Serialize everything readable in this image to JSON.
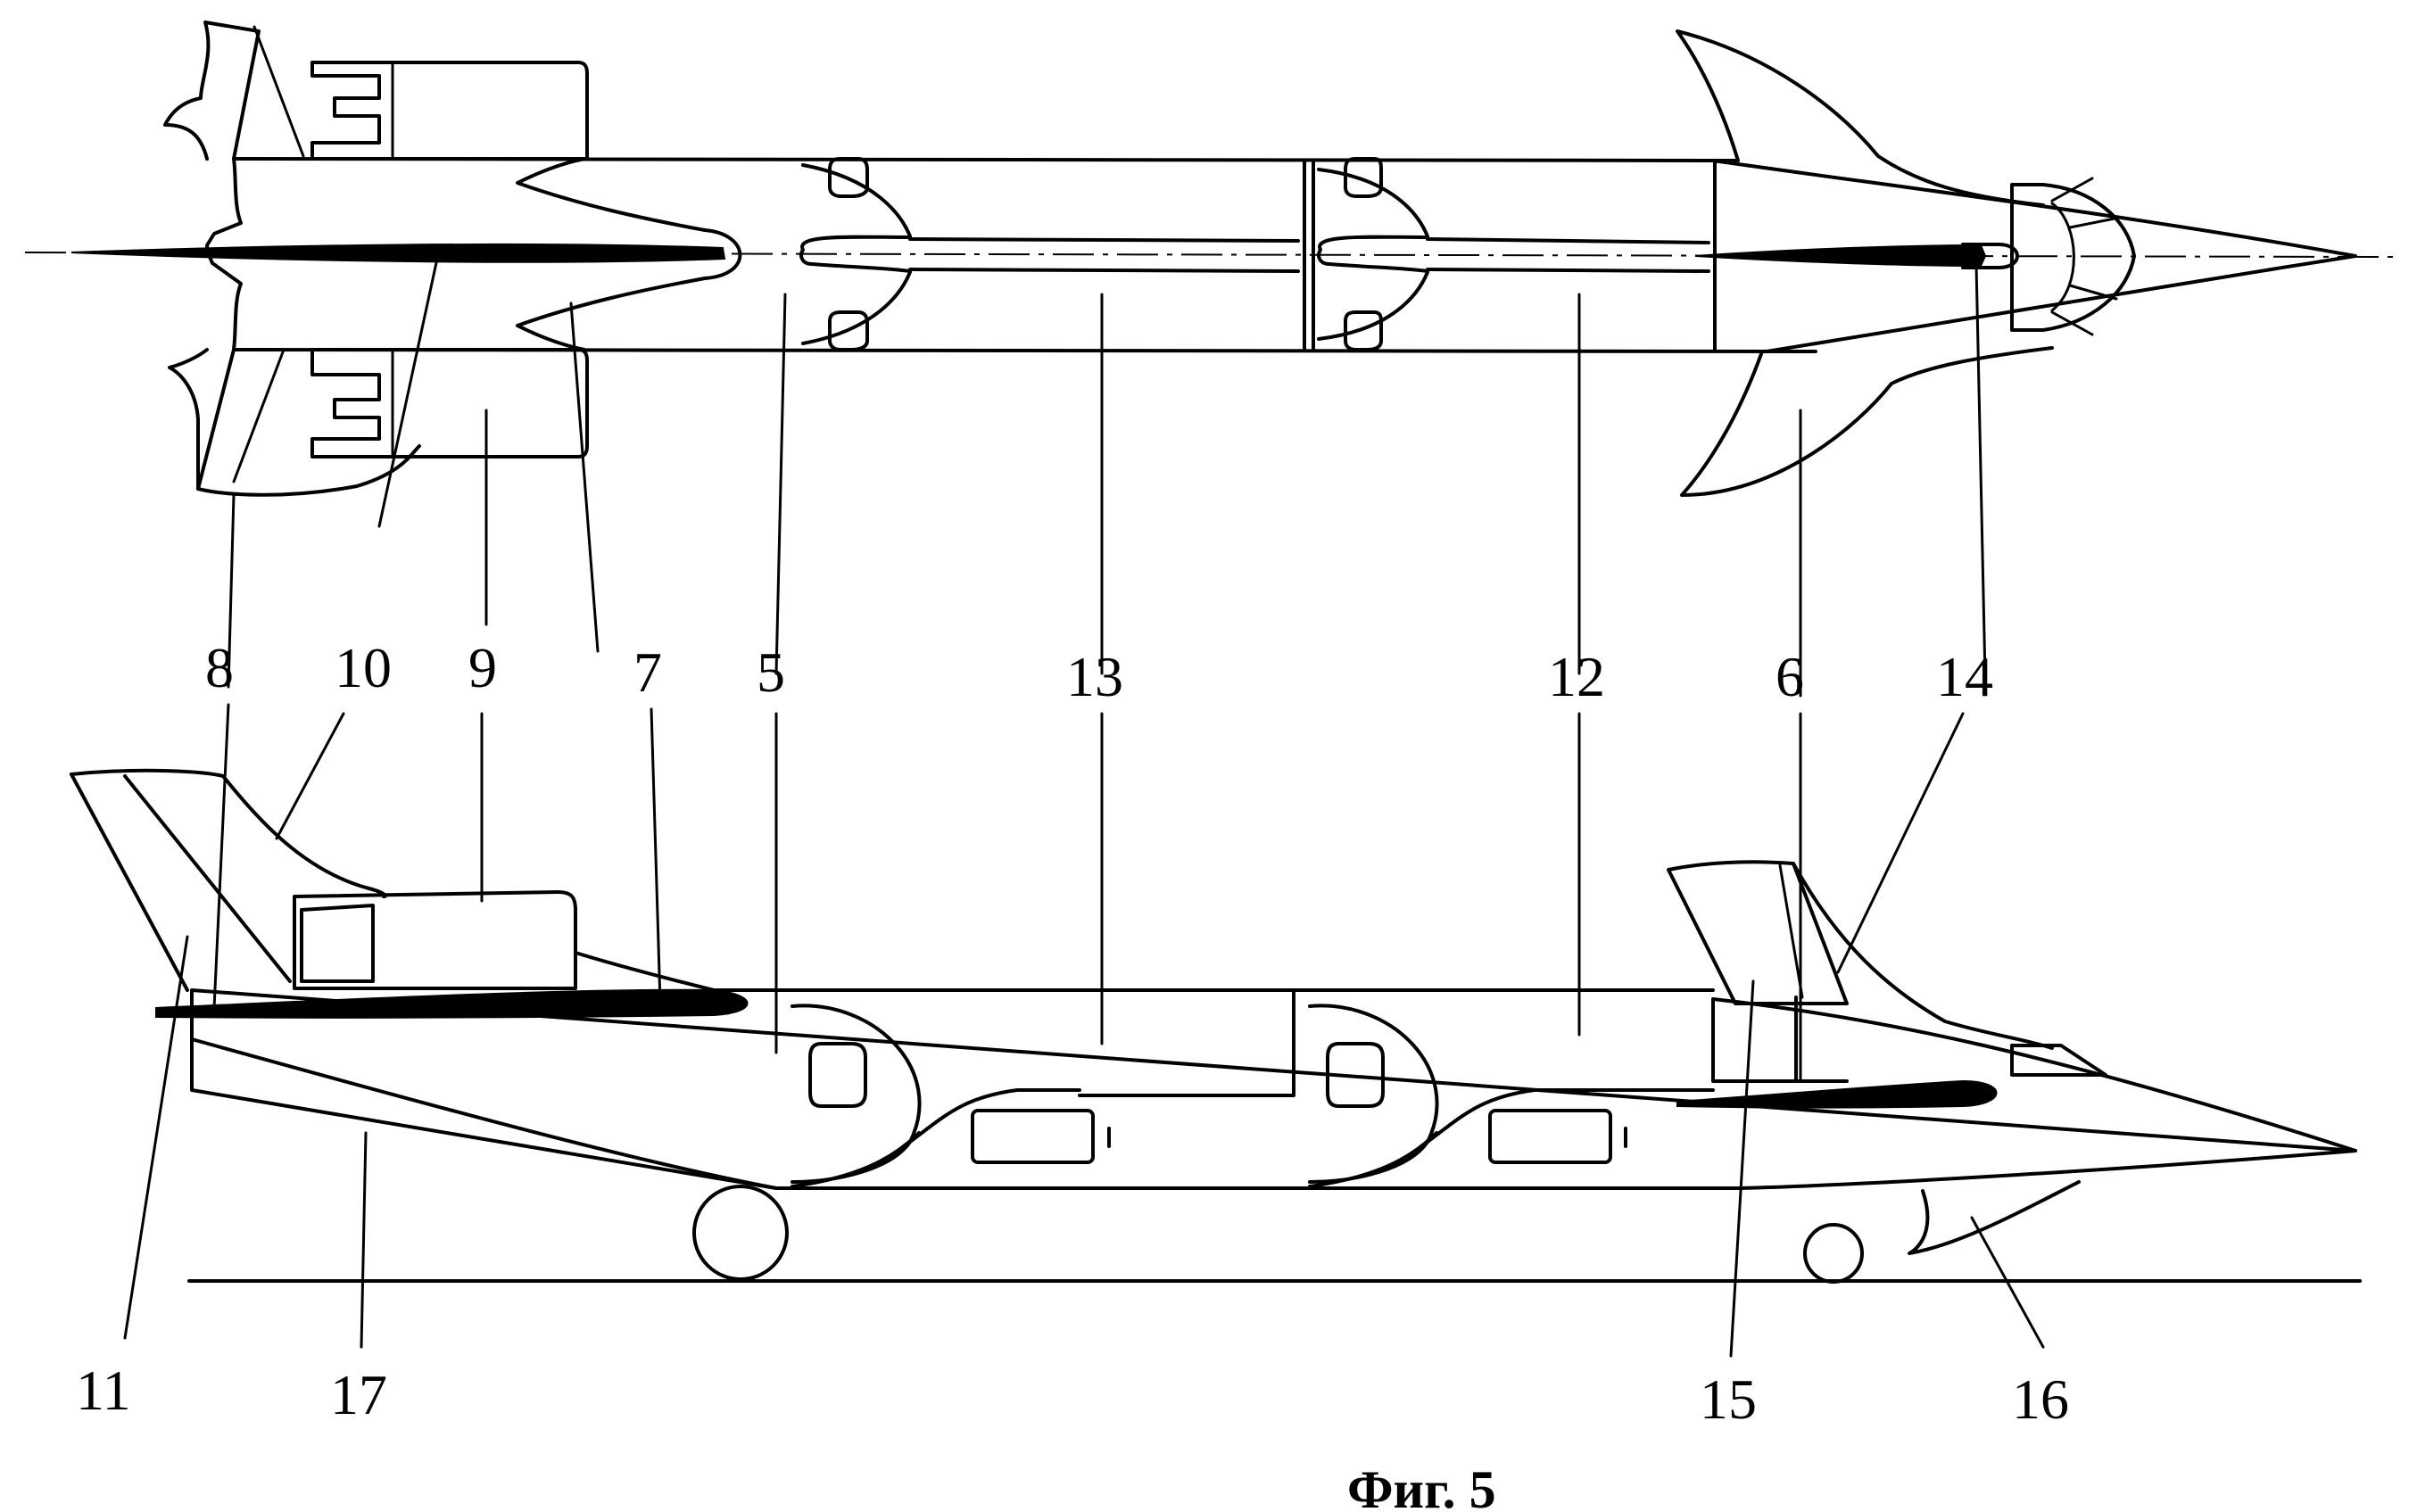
{
  "figure": {
    "caption": "Фиг. 5"
  },
  "labels": [
    {
      "id": "8",
      "text": "8"
    },
    {
      "id": "10",
      "text": "10"
    },
    {
      "id": "9",
      "text": "9"
    },
    {
      "id": "7",
      "text": "7"
    },
    {
      "id": "5",
      "text": "5"
    },
    {
      "id": "13",
      "text": "13"
    },
    {
      "id": "12",
      "text": "12"
    },
    {
      "id": "6",
      "text": "6"
    },
    {
      "id": "14",
      "text": "14"
    },
    {
      "id": "11",
      "text": "11"
    },
    {
      "id": "17",
      "text": "17"
    },
    {
      "id": "15",
      "text": "15"
    },
    {
      "id": "16",
      "text": "16"
    }
  ]
}
